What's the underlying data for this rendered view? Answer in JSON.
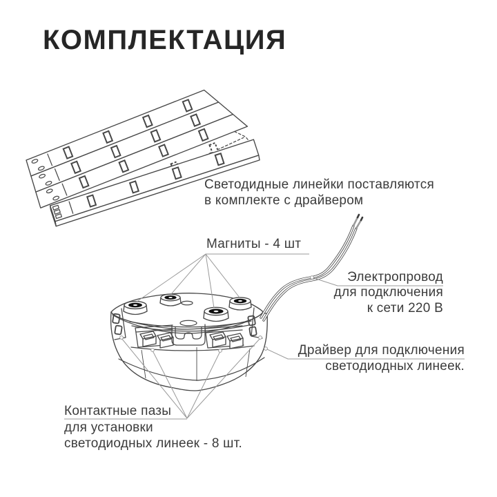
{
  "title": "КОМПЛЕКТАЦИЯ",
  "note": {
    "line1": "Светодидные линейки поставляются",
    "line2": "в комплекте с драйвером"
  },
  "callouts": {
    "magnets": {
      "label": "Магниты - 4 шт"
    },
    "power_cord": {
      "line1": "Электропровод",
      "line2": "для подключения",
      "line3": "к сети 220 В"
    },
    "driver": {
      "line1": "Драйвер для подключения",
      "line2": "светодиодных линеек."
    },
    "contact_slots": {
      "line1": "Контактные пазы",
      "line2": "для установки",
      "line3": "светодиодных линеек - 8 шт."
    }
  },
  "colors": {
    "background": "#ffffff",
    "text": "#3b3b3b",
    "title": "#262626",
    "line": "#474747",
    "leader": "#999999",
    "magnet": "#101010"
  }
}
